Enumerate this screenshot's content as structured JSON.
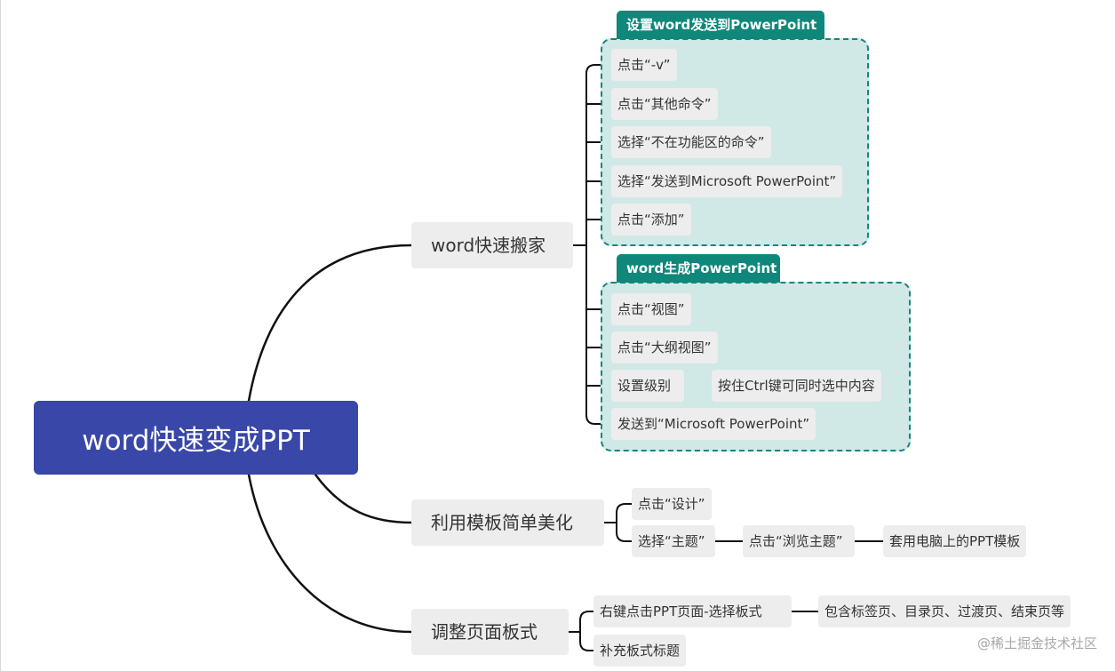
{
  "root": "word快速变成PPT",
  "branches": {
    "move": {
      "label": "word快速搬家",
      "group1": {
        "title": "设置word发送到PowerPoint",
        "items": [
          "点击“-v”",
          "点击“其他命令”",
          "选择“不在功能区的命令”",
          "选择“发送到Microsoft PowerPoint”",
          "点击“添加”"
        ]
      },
      "group2": {
        "title": "word生成PowerPoint",
        "items": [
          "点击“视图”",
          "点击“大纲视图”",
          "设置级别",
          "发送到“Microsoft PowerPoint”"
        ],
        "level_note": "按住Ctrl键可同时选中内容"
      }
    },
    "template": {
      "label": "利用模板简单美化",
      "items": [
        "点击“设计”",
        "选择“主题”"
      ],
      "chain": [
        "点击“浏览主题”",
        "套用电脑上的PPT模板"
      ]
    },
    "layout": {
      "label": "调整页面板式",
      "items": [
        "右键点击PPT页面-选择板式",
        "补充板式标题"
      ],
      "note": "包含标签页、目录页、过渡页、结束页等"
    }
  },
  "watermark": "@稀土掘金技术社区",
  "colors": {
    "root_bg": "#3947a8",
    "group_title_bg": "#0f877a",
    "group_bg": "#d0e8e6",
    "node_bg": "#ededed",
    "connector": "#111111"
  }
}
